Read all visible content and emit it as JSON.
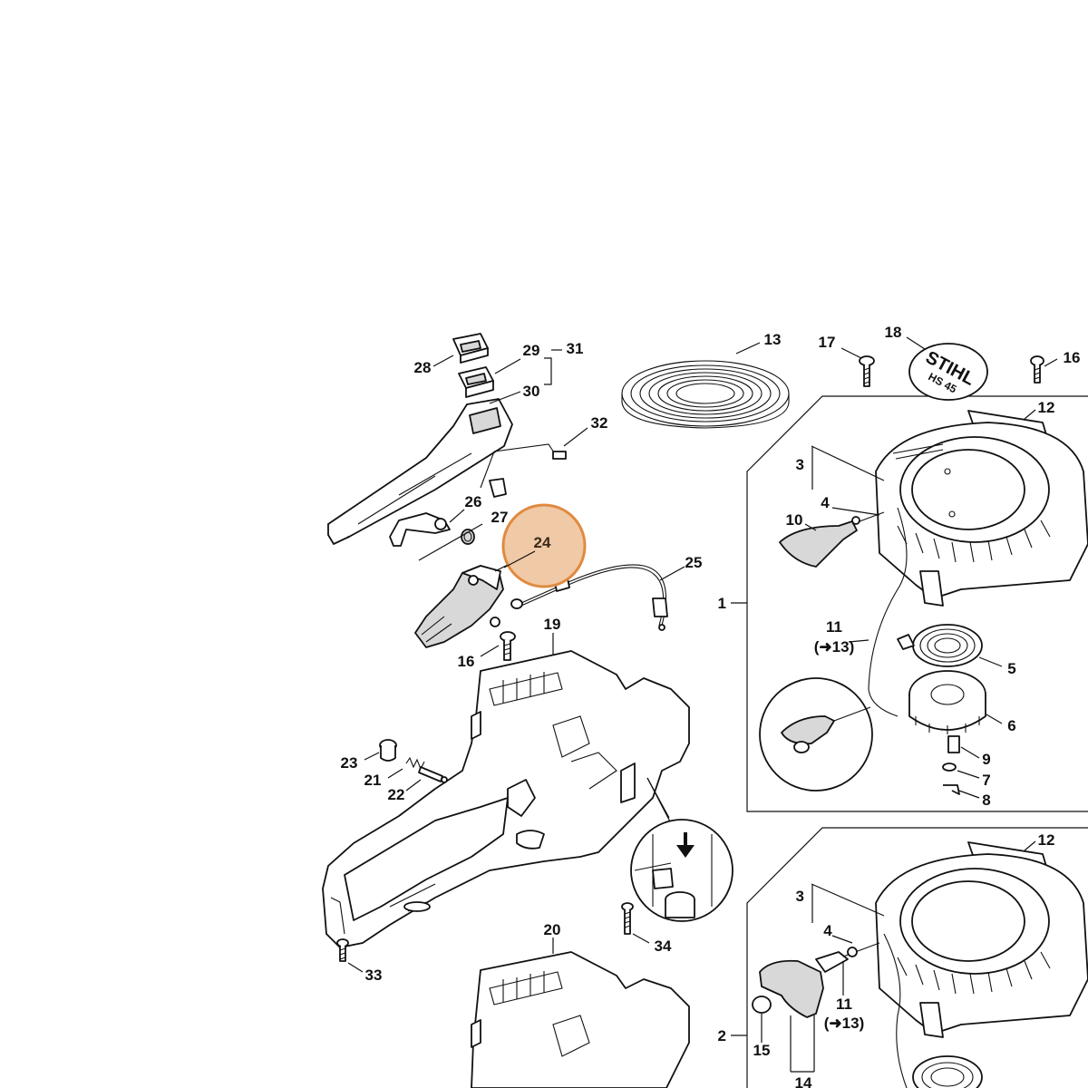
{
  "highlight": {
    "label": "24",
    "color": "#e7a46c"
  },
  "brand": {
    "text": "STIHL",
    "model": "HS 45"
  },
  "labels": {
    "l1": "1",
    "l2": "2",
    "l3a": "3",
    "l3b": "3",
    "l4a": "4",
    "l4b": "4",
    "l5": "5",
    "l6": "6",
    "l7": "7",
    "l8": "8",
    "l9": "9",
    "l10": "10",
    "l11a": "11",
    "l11ref": "(➜13)",
    "l11b": "11",
    "l11bref": "(➜13)",
    "l12a": "12",
    "l12b": "12",
    "l13": "13",
    "l14": "14",
    "l15": "15",
    "l16a": "16",
    "l16b": "16",
    "l17": "17",
    "l18": "18",
    "l19": "19",
    "l20": "20",
    "l21": "21",
    "l22": "22",
    "l23": "23",
    "l25": "25",
    "l26": "26",
    "l27": "27",
    "l28": "28",
    "l29": "29",
    "l30": "30",
    "l31": "31",
    "l32": "32",
    "l33": "33",
    "l34": "34"
  },
  "colors": {
    "line": "#111111",
    "highlight_fill": "#f0c9a6",
    "highlight_ring": "#e08a40"
  }
}
